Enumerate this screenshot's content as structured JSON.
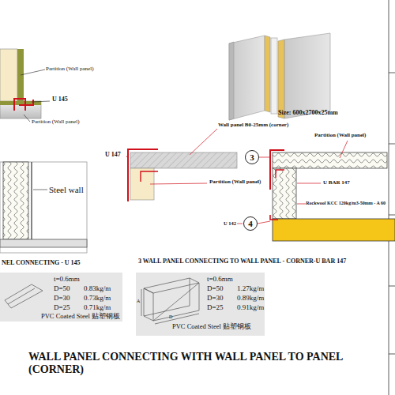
{
  "diagram": {
    "title": "WALL PANEL CONNECTING WITH WALL PANEL TO PANEL (CORNER)",
    "nodes": [
      {
        "text": [
          "3"
        ]
      },
      {
        "text": [
          "4"
        ]
      }
    ],
    "labels": [
      "Partition (Wall panel)",
      "U 145",
      "Partition (Wall panel)",
      "Size: 600x2700x25mm",
      "Wall panel B0-25mm (corner)",
      "Partition (Wall panel)",
      "U 147",
      "Partition (Wall panel)",
      "U BAR 147",
      "Rockwool KCC 120kg/m3-50mm - A 60",
      "U 142",
      "Steel wall",
      "NEL CONNECTING - U 145",
      "3 WALL PANEL CONNECTING TO WALL PANEL - CORNER-U BAR 147",
      "t=0.6mm",
      "D=50",
      "0.83kg/m",
      "D=30",
      "0.73kg/m",
      "D=25",
      "0.71kg/m",
      "PVC Coated Steel 贴塑钢板",
      "t=0.6mm",
      "D=50",
      "1.27kg/m",
      "D=30",
      "0.89kg/m",
      "D=25",
      "0.91kg/m",
      "PVC Coated Steel 贴塑钢板",
      "A",
      "D"
    ]
  }
}
